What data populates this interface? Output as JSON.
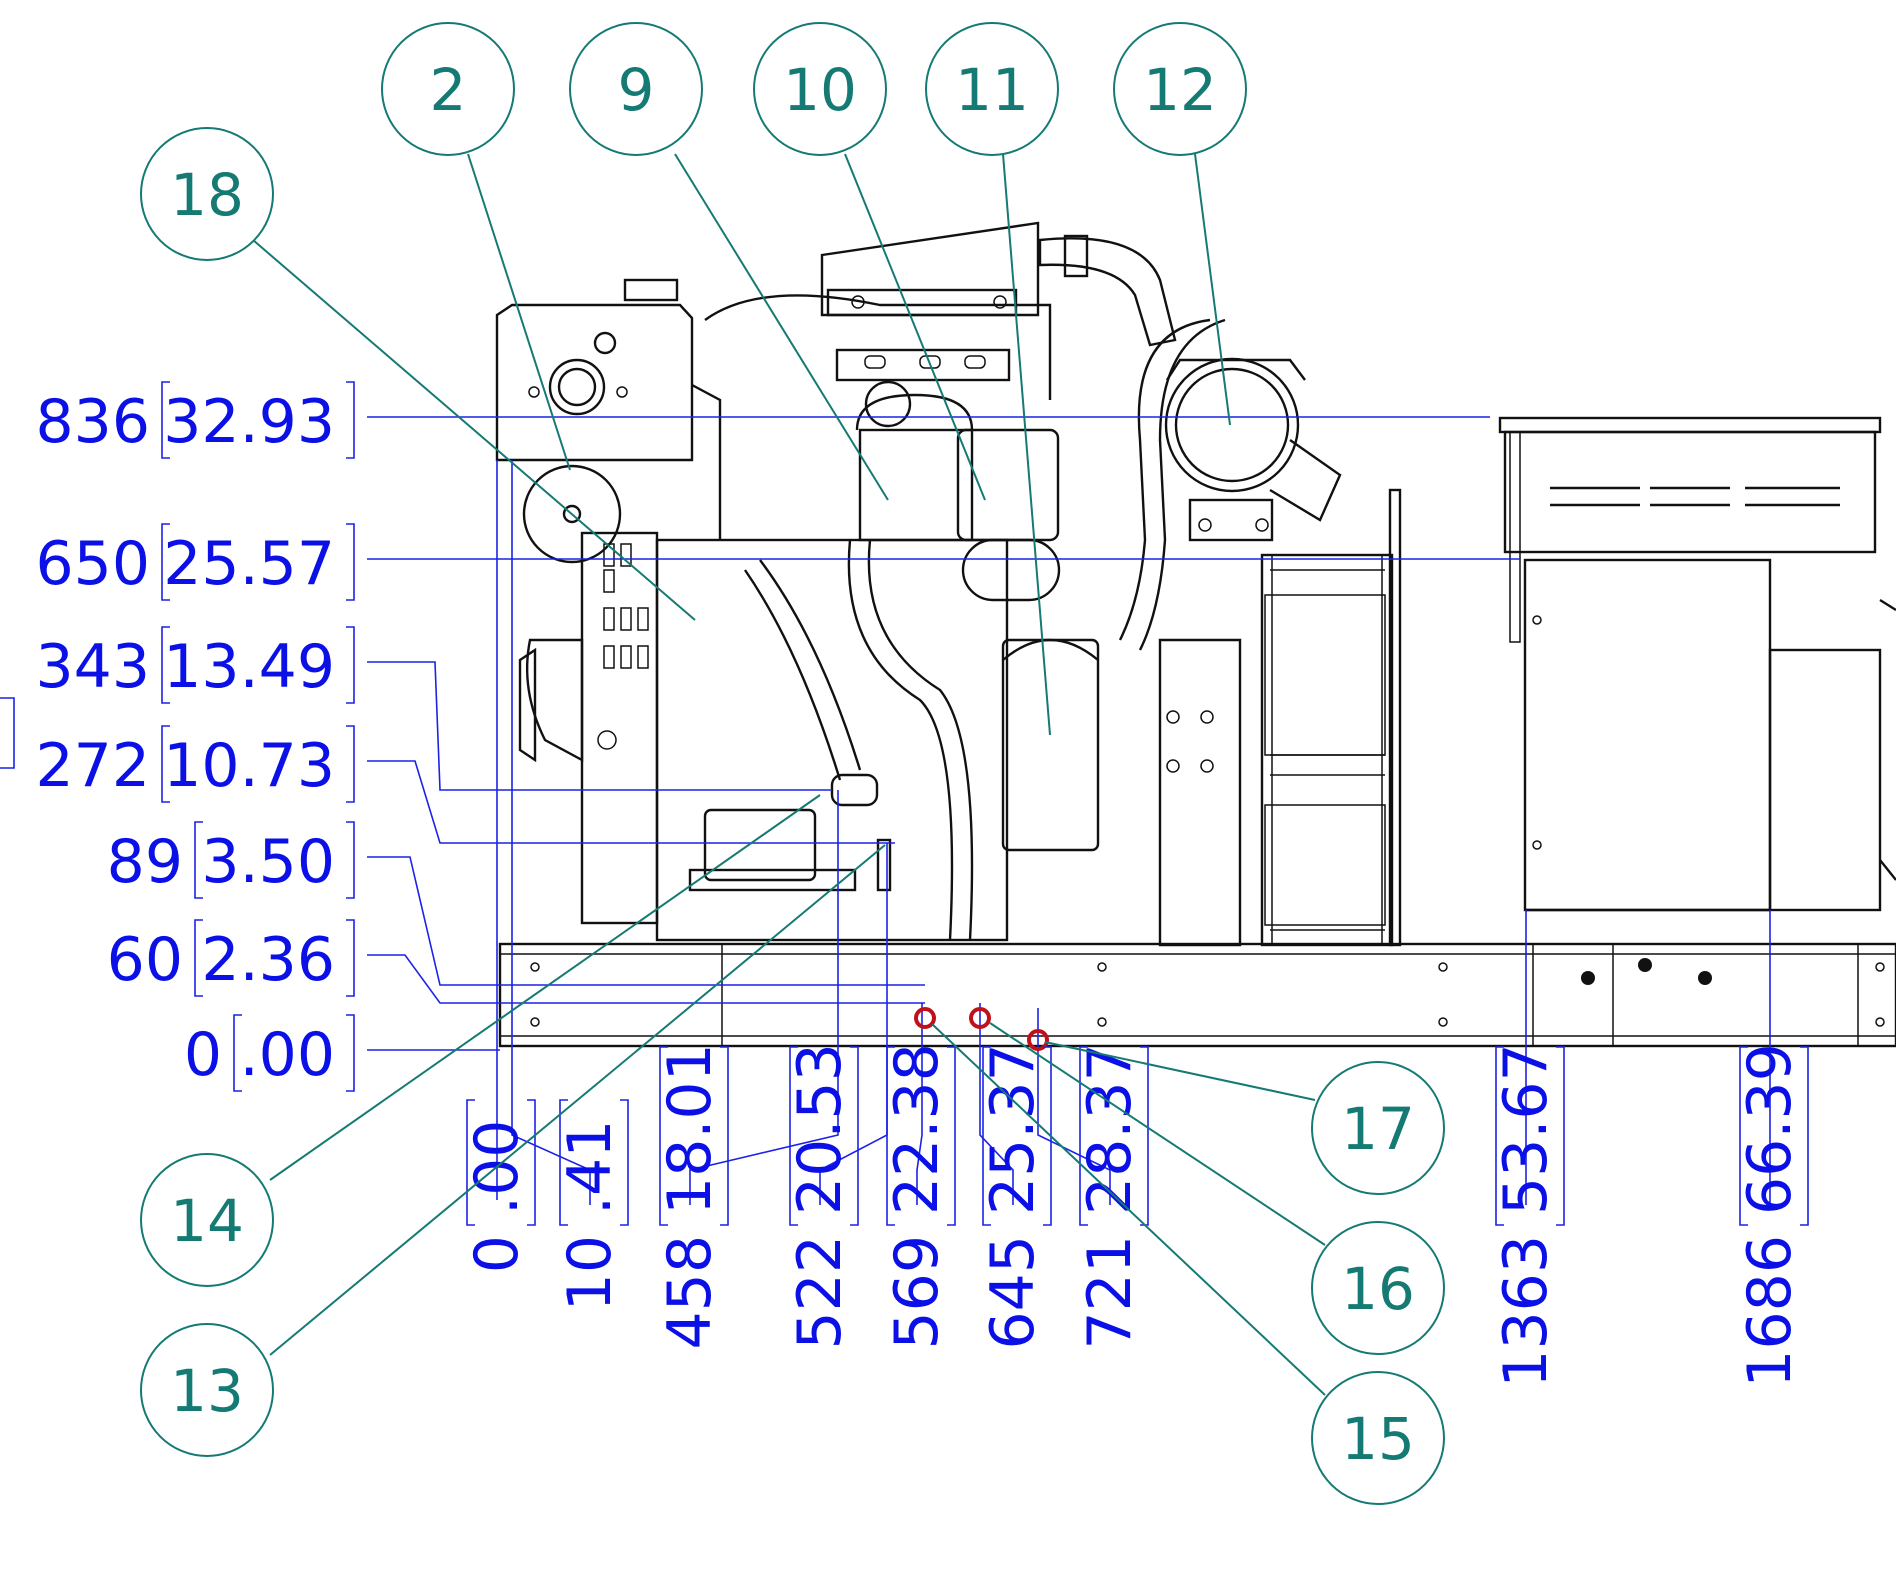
{
  "drawing": {
    "balloons": [
      {
        "id": "2"
      },
      {
        "id": "9"
      },
      {
        "id": "10"
      },
      {
        "id": "11"
      },
      {
        "id": "12"
      },
      {
        "id": "18"
      },
      {
        "id": "14"
      },
      {
        "id": "13"
      },
      {
        "id": "17"
      },
      {
        "id": "16"
      },
      {
        "id": "15"
      }
    ],
    "vertical_dimensions": [
      {
        "mm": "836",
        "inch": "32.93"
      },
      {
        "mm": "650",
        "inch": "25.57"
      },
      {
        "mm": "343",
        "inch": "13.49"
      },
      {
        "mm": "272",
        "inch": "10.73"
      },
      {
        "mm": "89",
        "inch": "3.50"
      },
      {
        "mm": "60",
        "inch": "2.36"
      },
      {
        "mm": "0",
        "inch": ".00"
      }
    ],
    "horizontal_dimensions": [
      {
        "mm": "0",
        "inch": ".00"
      },
      {
        "mm": "10",
        "inch": ".41"
      },
      {
        "mm": "458",
        "inch": "18.01"
      },
      {
        "mm": "522",
        "inch": "20.53"
      },
      {
        "mm": "569",
        "inch": "22.38"
      },
      {
        "mm": "645",
        "inch": "25.37"
      },
      {
        "mm": "721",
        "inch": "28.37"
      },
      {
        "mm": "1363",
        "inch": "53.67"
      },
      {
        "mm": "1686",
        "inch": "66.39"
      }
    ]
  }
}
